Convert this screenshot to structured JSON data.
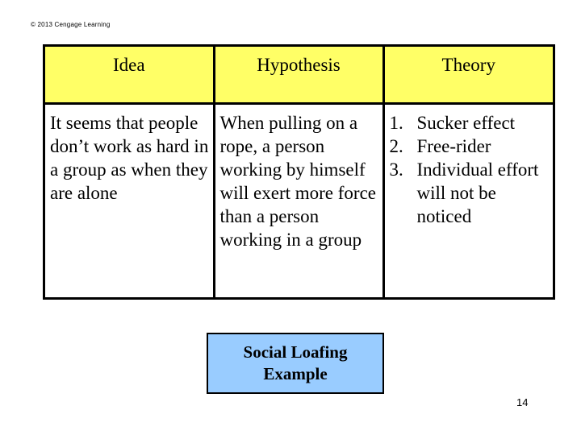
{
  "slide": {
    "copyright": "© 2013 Cengage Learning",
    "page_number": "14"
  },
  "colors": {
    "header_fill": "#FFFF66",
    "callout_fill": "#99CCFF",
    "border": "#000000",
    "text": "#000000",
    "background": "#FFFFFF"
  },
  "table": {
    "headers": [
      {
        "label": "Idea"
      },
      {
        "label": "Hypothesis"
      },
      {
        "label": "Theory"
      }
    ],
    "cells": {
      "idea": "It seems that people don’t work as hard in a group as when they are alone",
      "hypothesis": "When pulling on a rope, a person working by himself will exert more force than a person working in a group",
      "theory_items": [
        {
          "num": "1.",
          "text": "Sucker effect"
        },
        {
          "num": "2.",
          "text": "Free-rider"
        },
        {
          "num": "3.",
          "text": "Individual effort will not be noticed"
        }
      ]
    }
  },
  "callout": {
    "line1": "Social Loafing",
    "line2": "Example"
  }
}
